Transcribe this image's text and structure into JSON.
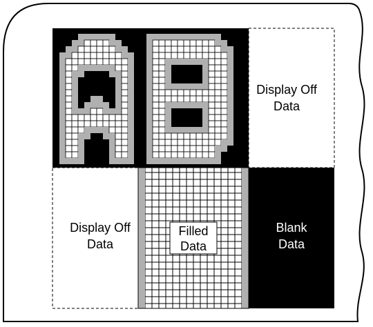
{
  "cells": {
    "top_right": {
      "line1": "Display Off",
      "line2": "Data",
      "kind": "display-off"
    },
    "bottom_left": {
      "line1": "Display Off",
      "line2": "Data",
      "kind": "display-off"
    },
    "bottom_middle": {
      "line1": "Filled",
      "line2": "Data",
      "kind": "filled"
    },
    "bottom_right": {
      "line1": "Blank",
      "line2": "Data",
      "kind": "blank"
    }
  },
  "glyphs": [
    "A",
    "B"
  ],
  "colors": {
    "black": "#000000",
    "white": "#ffffff",
    "gray": "#b0b0b0",
    "grid": "#000000"
  }
}
